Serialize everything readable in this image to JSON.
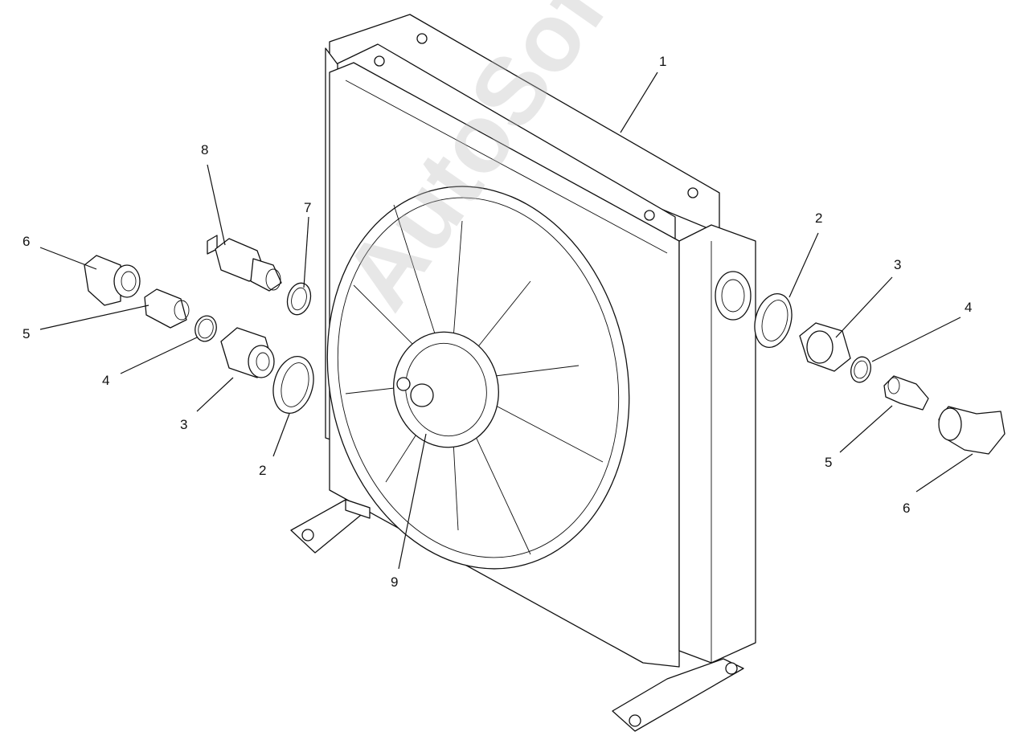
{
  "watermark": "AutoSoft",
  "callouts": [
    {
      "id": "1",
      "label": "1"
    },
    {
      "id": "2-left",
      "label": "2"
    },
    {
      "id": "2-right",
      "label": "2"
    },
    {
      "id": "3-left",
      "label": "3"
    },
    {
      "id": "3-right",
      "label": "3"
    },
    {
      "id": "4-left",
      "label": "4"
    },
    {
      "id": "4-right",
      "label": "4"
    },
    {
      "id": "5-left",
      "label": "5"
    },
    {
      "id": "5-right",
      "label": "5"
    },
    {
      "id": "6-left",
      "label": "6"
    },
    {
      "id": "6-right",
      "label": "6"
    },
    {
      "id": "7",
      "label": "7"
    },
    {
      "id": "8",
      "label": "8"
    },
    {
      "id": "9",
      "label": "9"
    }
  ]
}
